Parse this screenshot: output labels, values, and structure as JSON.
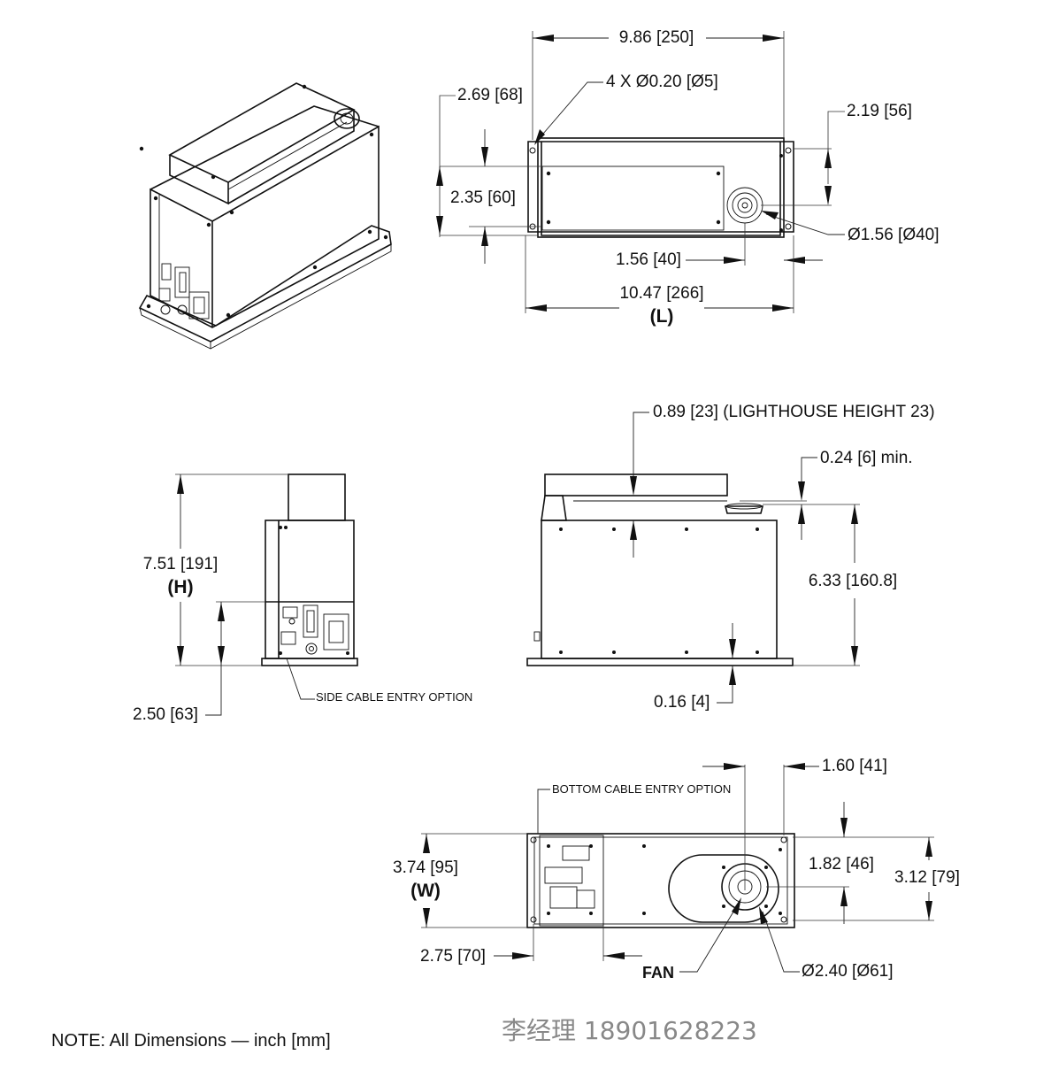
{
  "iso_view": {},
  "top_view": {
    "overall_width_top": "9.86 [250]",
    "holes": "4 X Ø0.20 [Ø5]",
    "left_offset": "2.69 [68]",
    "inner_height": "2.35 [60]",
    "right_offset": "2.19 [56]",
    "lens_diameter": "Ø1.56 [Ø40]",
    "lens_offset": "1.56 [40]",
    "length": "10.47 [266]",
    "length_label": "(L)"
  },
  "end_view": {
    "height": "7.51 [191]",
    "height_label": "(H)",
    "connector_height": "2.50 [63]",
    "side_cable_note": "SIDE CABLE ENTRY OPTION"
  },
  "side_view": {
    "lighthouse": "0.89 [23] (LIGHTHOUSE HEIGHT 23)",
    "min_gap": "0.24 [6] min.",
    "body_height": "6.33 [160.8]",
    "base_thickness": "0.16 [4]"
  },
  "bottom_view": {
    "fan_offset": "1.60 [41]",
    "bottom_cable_note": "BOTTOM CABLE ENTRY OPTION",
    "width": "3.74 [95]",
    "width_label": "(W)",
    "fan_center": "1.82 [46]",
    "hole_spacing": "3.12 [79]",
    "cable_offset": "2.75 [70]",
    "fan_label": "FAN",
    "fan_diameter": "Ø2.40 [Ø61]"
  },
  "footer": {
    "note": "NOTE: All Dimensions — inch [mm]",
    "contact": "李经理 18901628223"
  }
}
